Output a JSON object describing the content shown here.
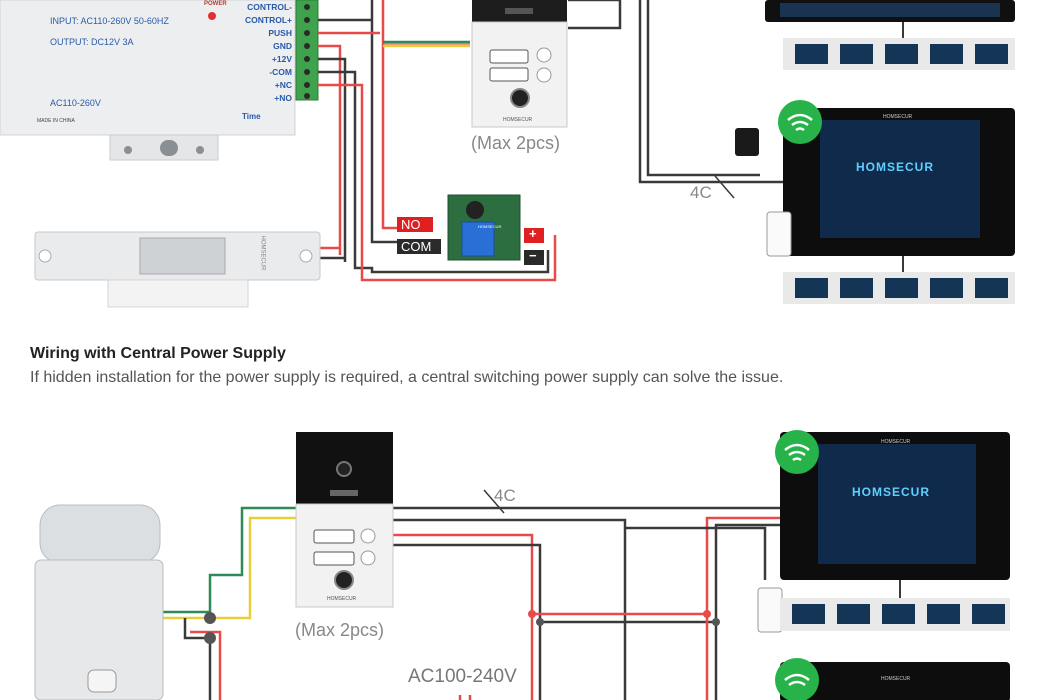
{
  "power_supply": {
    "power_label": "POWER",
    "input": "INPUT: AC110-260V 50-60HZ",
    "output": "OUTPUT: DC12V  3A",
    "model": "AC110-260V",
    "made_in": "MADE IN CHINA",
    "time_label": "Time",
    "terminals": [
      "CONTROL-",
      "CONTROL+",
      "PUSH",
      "GND",
      "+12V",
      "-COM",
      "+NC",
      "+NO"
    ]
  },
  "outdoor_unit": {
    "brand": "HOMSECUR",
    "max_top": "(Max 2pcs)",
    "max_bottom": "(Max 2pcs)"
  },
  "relay": {
    "no": "NO",
    "com": "COM",
    "plus": "+",
    "minus": "−",
    "brand": "HOMSECUR"
  },
  "monitor": {
    "brand": "HOMSECUR",
    "small_brand": "HOMSECUR"
  },
  "strike_lock": {
    "brand": "HOMSECUR"
  },
  "cable_labels": {
    "top": "4C",
    "bottom": "4C"
  },
  "section": {
    "title": "Wiring with Central Power Supply",
    "description": "If hidden installation for the power supply is required, a central switching power supply can solve the issue."
  },
  "central_power": {
    "voltage": "AC100-240V"
  },
  "colors": {
    "red": "#e84a4a",
    "dark": "#3a3a3a",
    "green": "#2e8b57",
    "yellow": "#e8cf3a",
    "grey": "#9a9a9a",
    "terminal_green": "#3fa34d",
    "screen_blue": "#0f2a4a"
  }
}
